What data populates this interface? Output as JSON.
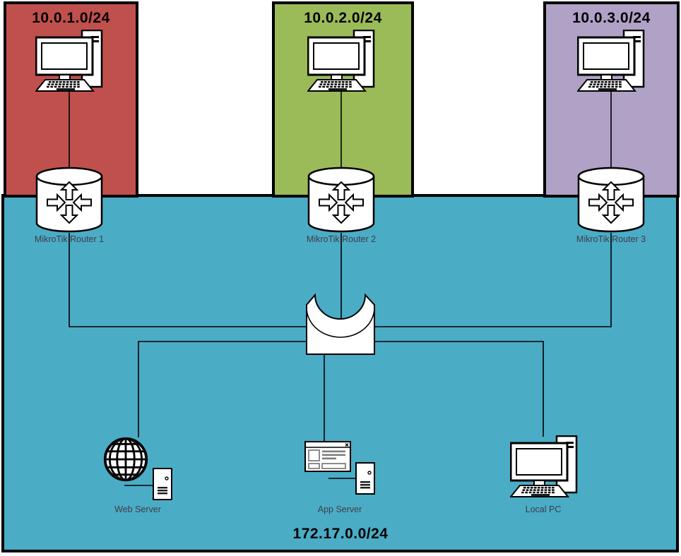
{
  "diagram_type": "network-topology",
  "zones": [
    {
      "subnet": "10.0.1.0/24",
      "color": "#c0504d",
      "router_label": "MikroTik Router 1"
    },
    {
      "subnet": "10.0.2.0/24",
      "color": "#9bbb59",
      "router_label": "MikroTik Router 2"
    },
    {
      "subnet": "10.0.3.0/24",
      "color": "#b0a1c6",
      "router_label": "MikroTik Router 3"
    }
  ],
  "core_network": {
    "subnet": "172.17.0.0/24",
    "color": "#4bacc6",
    "devices": [
      {
        "label": "Web Server"
      },
      {
        "label": "App Server"
      },
      {
        "label": "Local PC"
      }
    ]
  },
  "icons": {
    "workstation": "desktop-pc-icon",
    "router": "router-cylinder-icon",
    "hub": "network-hub-icon",
    "web_server": "globe-icon",
    "server_unit": "server-tower-icon",
    "app_server": "application-window-icon"
  }
}
